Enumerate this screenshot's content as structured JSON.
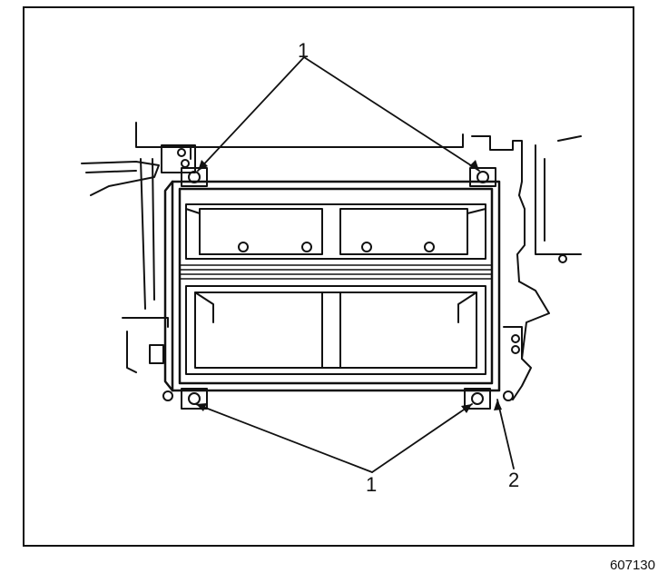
{
  "figure": {
    "callouts": {
      "top_fastener_label": "1",
      "bottom_fastener_label": "1",
      "part_label": "2"
    },
    "figure_number": "607130"
  }
}
